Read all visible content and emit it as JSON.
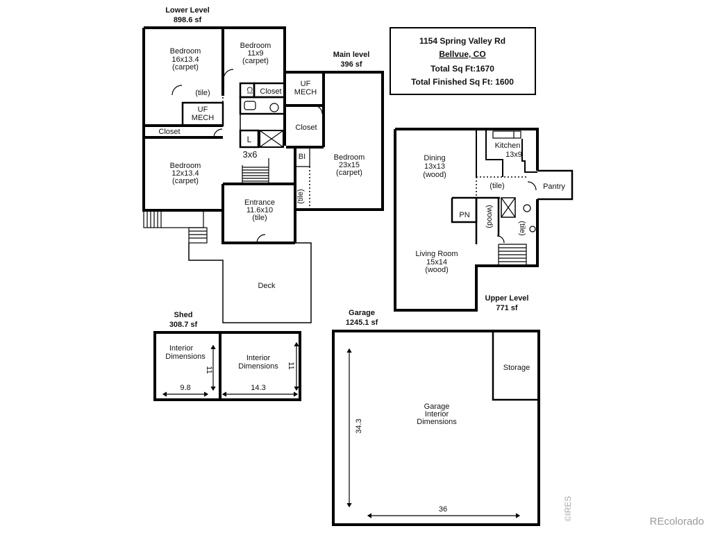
{
  "info": {
    "address": "1154 Spring Valley Rd",
    "city": "Bellvue, CO",
    "total_sqft": "Total Sq Ft:1670",
    "total_finished": "Total Finished Sq Ft: 1600"
  },
  "levels": {
    "lower": {
      "name": "Lower Level",
      "area": "898.6 sf"
    },
    "main": {
      "name": "Main level",
      "area": "396 sf"
    },
    "upper": {
      "name": "Upper Level",
      "area": "771 sf"
    },
    "shed": {
      "name": "Shed",
      "area": "308.7 sf"
    },
    "garage": {
      "name": "Garage",
      "area": "1245.1 sf"
    }
  },
  "rooms": {
    "bedroom_lower_left": {
      "name": "Bedroom",
      "dims": "16x13.4",
      "floor": "(carpet)"
    },
    "bedroom_lower_mid": {
      "name": "Bedroom",
      "dims": "11x9",
      "floor": "(carpet)"
    },
    "bedroom_lower_bottom": {
      "name": "Bedroom",
      "dims": "12x13.4",
      "floor": "(carpet)"
    },
    "bedroom_main": {
      "name": "Bedroom",
      "dims": "23x15",
      "floor": "(carpet)"
    },
    "entrance": {
      "name": "Entrance",
      "dims": "11.6x10",
      "floor": "(tile)"
    },
    "deck": {
      "name": "Deck"
    },
    "dining": {
      "name": "Dining",
      "dims": "13x13",
      "floor": "(wood)"
    },
    "kitchen": {
      "name": "Kitchen",
      "dims": "13x9"
    },
    "living": {
      "name": "Living Room",
      "dims": "15x14",
      "floor": "(wood)"
    },
    "pantry": {
      "name": "Pantry"
    },
    "storage": {
      "name": "Storage"
    }
  },
  "small_labels": {
    "tile": "(tile)",
    "wood": "(wood)",
    "closet": "Closet",
    "cl": "Cl",
    "uf": "UF",
    "mech": "MECH",
    "l": "L",
    "three_by_six": "3x6",
    "bi": "BI",
    "pn": "PN"
  },
  "dimensions": {
    "interior_1": "Interior",
    "interior_2": "Dimensions",
    "shed_left_w": "9.8",
    "shed_left_h": "11",
    "shed_right_w": "14.3",
    "shed_right_h": "11",
    "garage_1": "Garage",
    "garage_2": "Interior",
    "garage_3": "Dimensions",
    "garage_w": "36",
    "garage_h": "34.3"
  },
  "watermark": {
    "ires": "©IRES",
    "brand": "REcolorado"
  }
}
